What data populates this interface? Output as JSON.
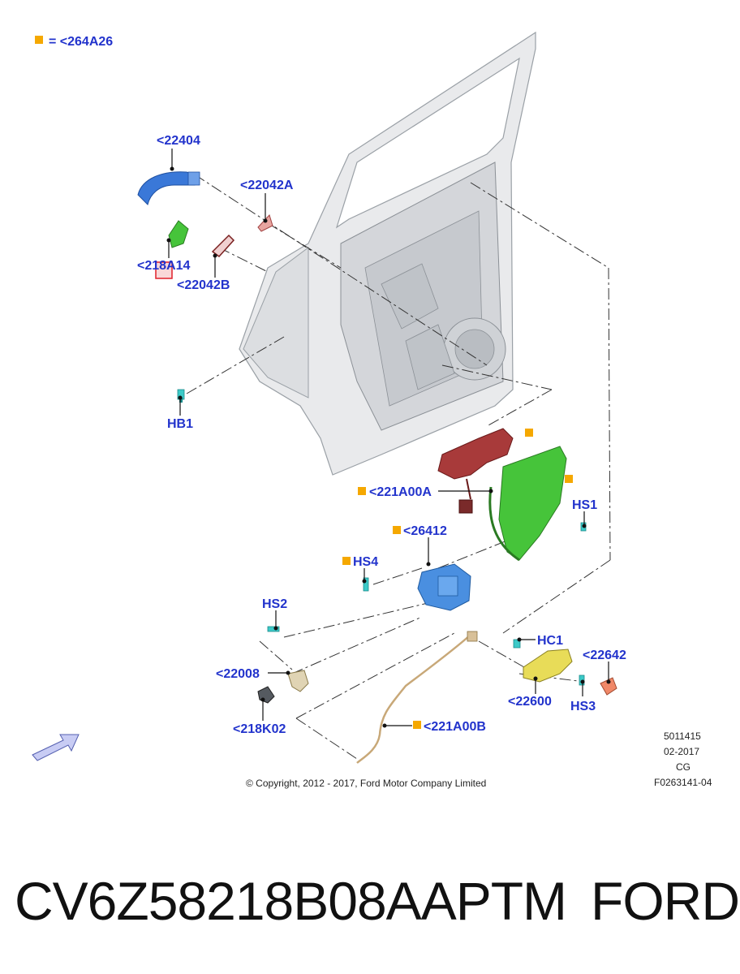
{
  "legend": {
    "marker_color": "#f5a800",
    "text": "= <264A26"
  },
  "labels": {
    "p22404": "<22404",
    "p22042A": "<22042A",
    "p218A14": "<218A14",
    "p22042B": "<22042B",
    "HB1": "HB1",
    "p221A00A": "<221A00A",
    "HS1": "HS1",
    "p26412": "<26412",
    "HS4": "HS4",
    "HS2": "HS2",
    "p22008": "<22008",
    "p218K02": "<218K02",
    "p221A00B": "<221A00B",
    "HC1": "HC1",
    "p22642": "<22642",
    "p22600": "<22600",
    "HS3": "HS3"
  },
  "meta": {
    "line1": "5011415",
    "line2": "02-2017",
    "line3": "CG",
    "line4": "F0263141-04"
  },
  "copyright": "© Copyright, 2012 - 2017, Ford Motor Company Limited",
  "caption": {
    "part_number": "CV6Z58218B08AAPTM",
    "brand": "FORD"
  },
  "colors": {
    "label_blue": "#2233cc",
    "marker_orange": "#f5a800",
    "handle_blue": "#3a78d8",
    "bracket_green": "#46c43a",
    "harness_red": "#a83a3a",
    "actuator_blue": "#4a8fe0",
    "cable_tan": "#c8a878",
    "cover_yellow": "#e8dc58",
    "highlight_red": "#e0202a"
  }
}
